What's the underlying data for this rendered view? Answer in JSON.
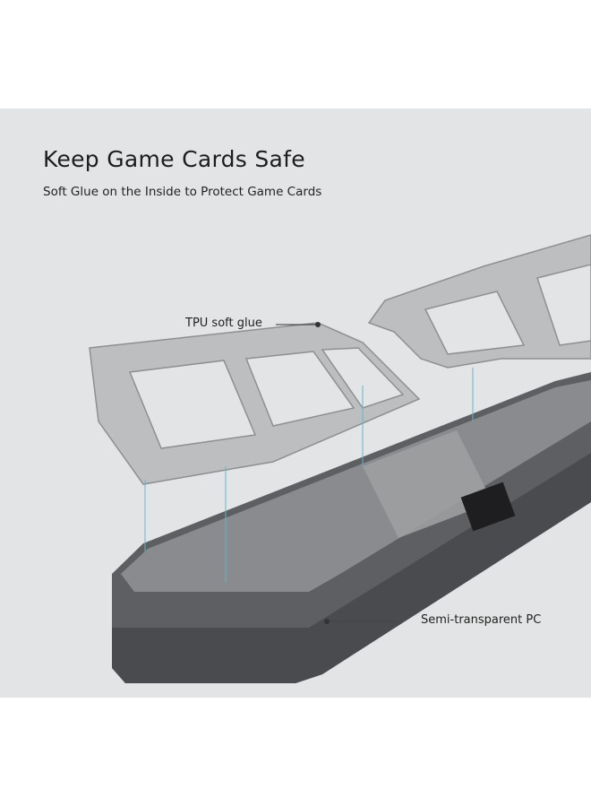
{
  "title": "Keep Game Cards Safe",
  "subtitle": "Soft Glue on the Inside to Protect Game Cards",
  "callouts": {
    "top": "TPU soft glue",
    "bottom": "Semi-transparent PC"
  },
  "colors": {
    "panel": "#e3e4e6",
    "tray": "#b9babc",
    "case": "#5c5d60",
    "guide_lines": "#5fb8c8"
  }
}
